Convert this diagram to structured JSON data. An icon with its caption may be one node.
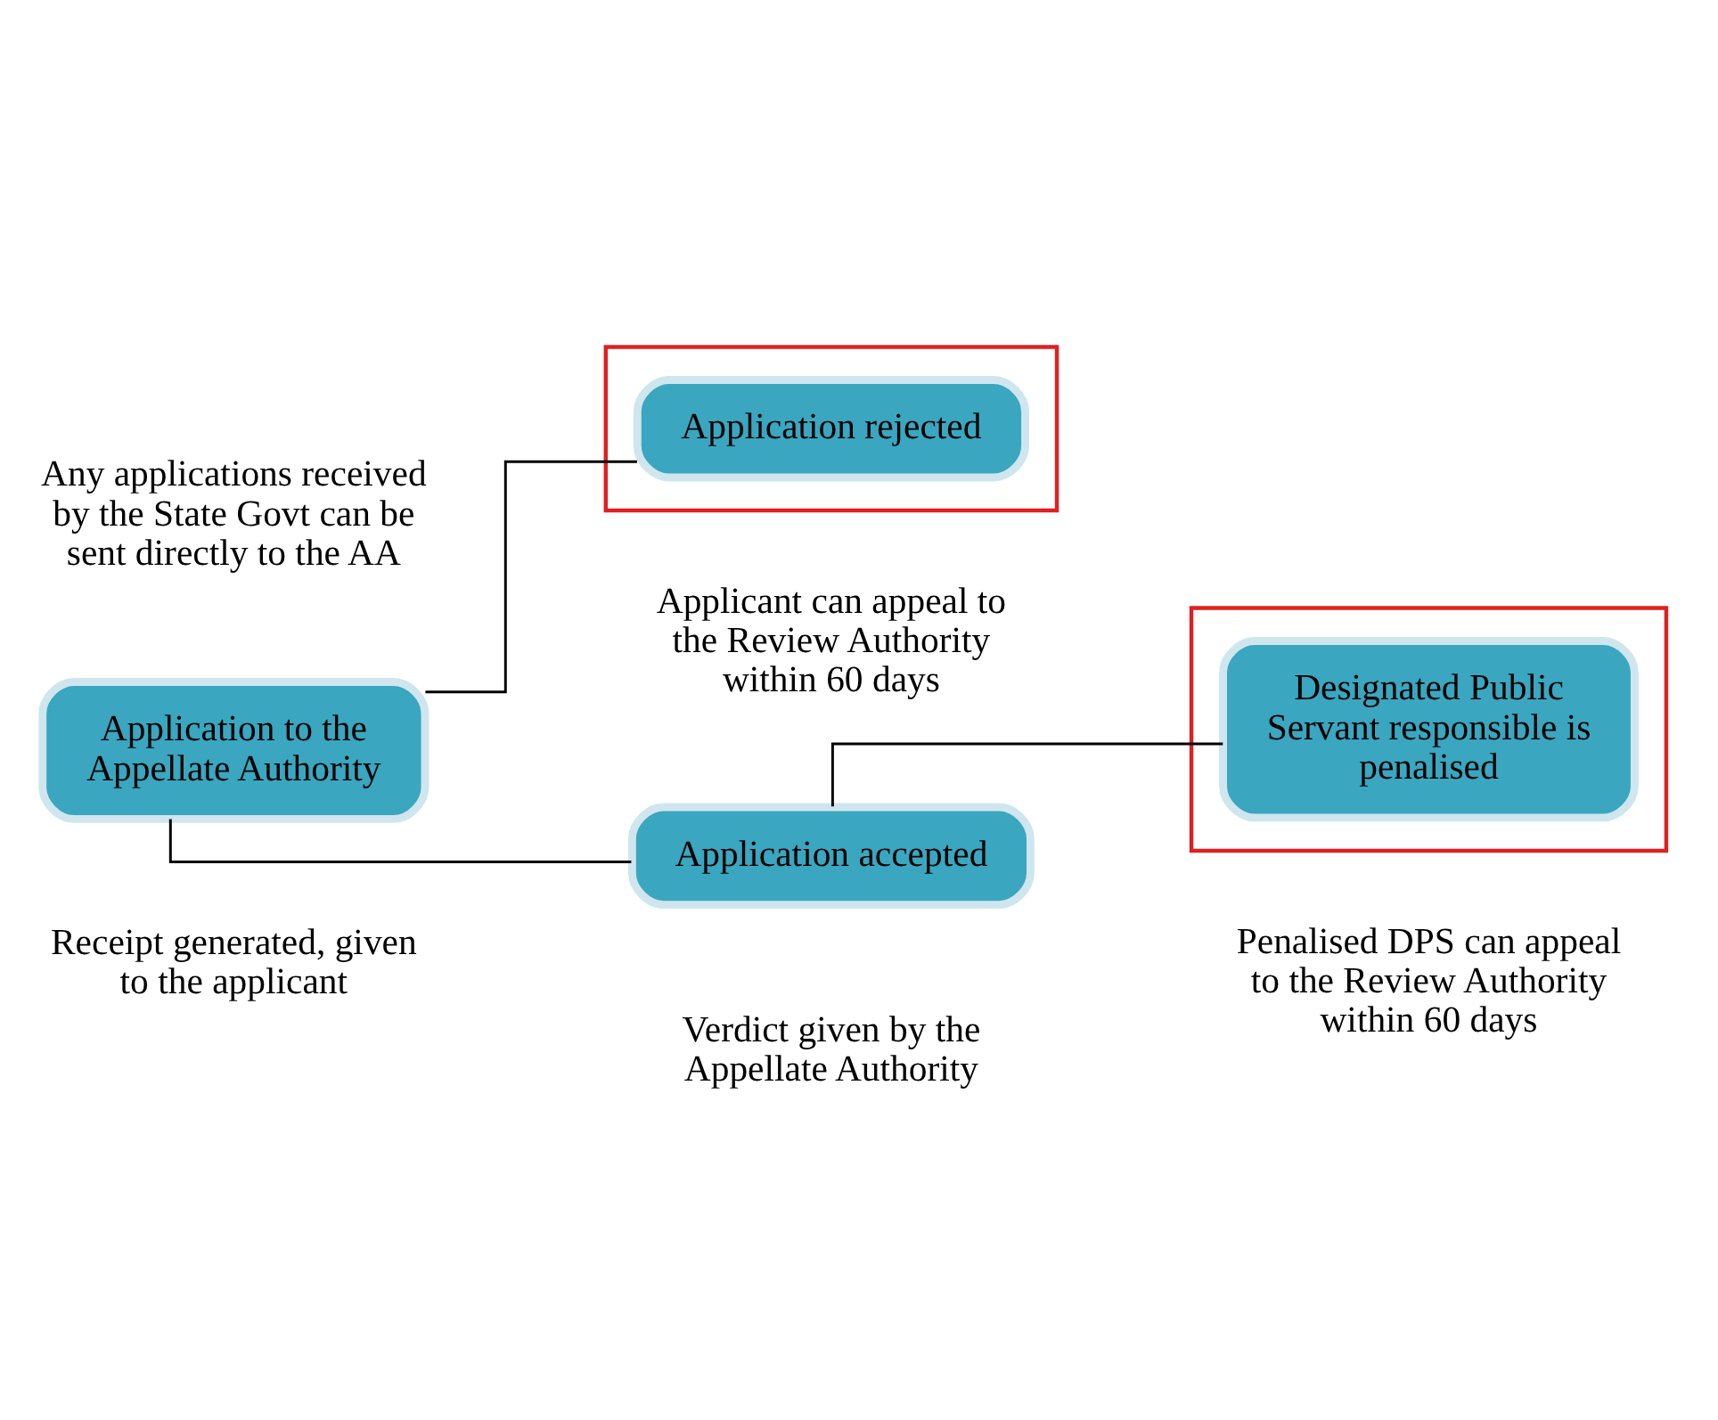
{
  "diagram": {
    "nodes": [
      {
        "text": [
          "Application to the Appellate Authority"
        ],
        "beside": [
          "Any applications received by the State Govt can be sent directly to the AA",
          "Receipt generated, given to the applicant"
        ]
      },
      {
        "text": [],
        "shape": "box"
      },
      {
        "text": [
          "Application rejected"
        ],
        "in": 1,
        "beside": [
          "Applicant can appeal to the Review Authority within 60 days"
        ]
      },
      {
        "text": [
          "Application accepted"
        ]
      },
      {
        "text": [],
        "shape": "box"
      },
      {
        "text": [
          "Designated Public Servant responsible is penalised"
        ],
        "in": 4,
        "beside": [
          "Penalised DPS can appeal to the Review Authority within 60 days"
        ]
      }
    ],
    "edges": [
      {
        "from": 0,
        "to": 2,
        "arrow": "none"
      },
      {
        "from": 0,
        "to": 3,
        "arrow": "none"
      },
      {
        "from": 3,
        "to": 5,
        "arrow": "none"
      }
    ],
    "labels": [
      "Verdict given by the Appellate Authority"
    ]
  }
}
